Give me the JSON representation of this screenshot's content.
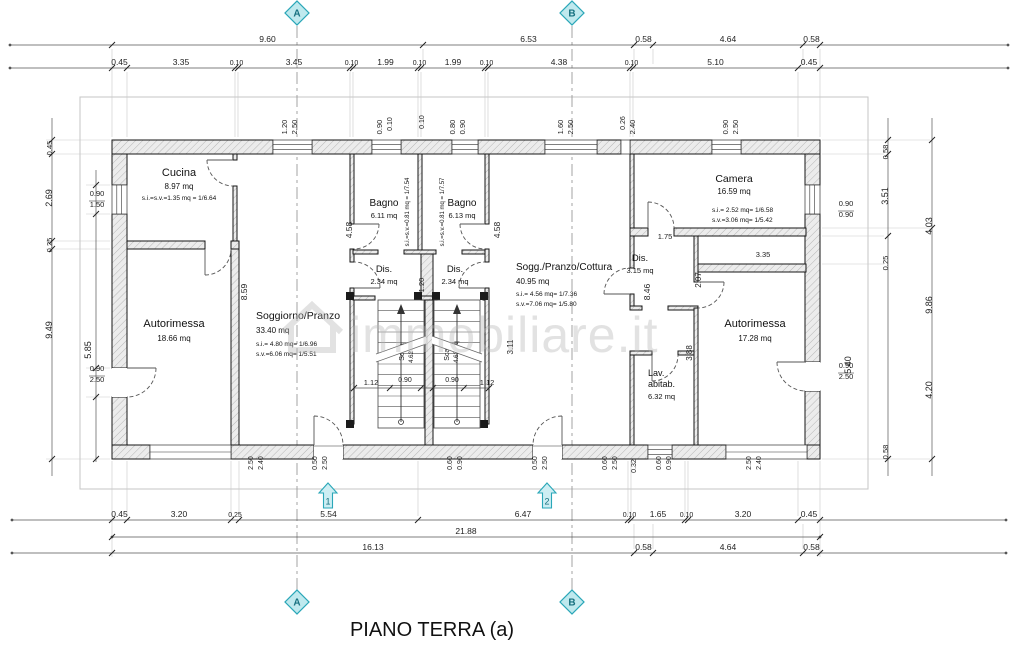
{
  "title": "PIANO TERRA (a)",
  "watermark": "immobiliare.it",
  "markers": {
    "section_a": "A",
    "section_b": "B",
    "entrance_1": "1",
    "entrance_2": "2"
  },
  "colors": {
    "marker_fill": "#bfe9ee",
    "marker_stroke": "#2aa7b8",
    "marker_text": "#16707f",
    "wall_line": "#161616",
    "dim_text": "#222222"
  },
  "rooms": {
    "cucina": {
      "name": "Cucina",
      "area": "8.97 mq",
      "note1": "s.i.=s.v.=1.35 mq = 1/6.64"
    },
    "autorimessa_sx": {
      "name": "Autorimessa",
      "area": "18.66 mq"
    },
    "soggiorno": {
      "name": "Soggiorno/Pranzo",
      "area": "33.40 mq",
      "note1": "s.i.= 4.80 mq= 1/6.96",
      "note2": "s.v.=6.06 mq= 1/5.51"
    },
    "bagno_sx": {
      "name": "Bagno",
      "area": "6.11 mq",
      "note1": "s.i.=s.v.=0.81 mq = 1/7.54"
    },
    "bagno_dx": {
      "name": "Bagno",
      "area": "6.13 mq",
      "note1": "s.i.=s.v.=0.81 mq = 1/7.57"
    },
    "dis_sx": {
      "name": "Dis.",
      "area": "2.34 mq"
    },
    "dis_dx": {
      "name": "Dis.",
      "area": "2.34 mq"
    },
    "cottura": {
      "name": "Sogg./Pranzo/Cottura",
      "area": "40.95 mq",
      "note1": "s.i.= 4.56 mq= 1/7.36",
      "note2": "s.v.=7.06 mq= 1/5.80"
    },
    "camera": {
      "name": "Camera",
      "area": "16.59 mq",
      "note1": "s.i.= 2.52 mq= 1/6.58",
      "note2": "s.v.=3.06 mq= 1/5.42"
    },
    "dis_unit2": {
      "name": "Dis.",
      "area": "3.15 mq"
    },
    "lav": {
      "name": "Lav.",
      "name2": "abitab.",
      "area": "6.32 mq"
    },
    "autorimessa_dx": {
      "name": "Autorimessa",
      "area": "17.28 mq"
    },
    "scala_sx": {
      "name": "Scala",
      "area": "4.62 mq"
    },
    "scala_dx": {
      "name": "Scala",
      "area": "4.62 mq"
    }
  },
  "dimensions": {
    "top_row1": [
      "9.60",
      "6.53",
      "0.58",
      "4.64",
      "0.58"
    ],
    "top_row2": [
      "0.45",
      "3.35",
      "0.10",
      "3.45",
      "0.10",
      "1.99",
      "0.10",
      "1.99",
      "0.10",
      "4.38",
      "0.10",
      "5.10",
      "0.45"
    ],
    "bottom_row1": [
      "0.45",
      "3.20",
      "0.25",
      "5.54",
      "6.47",
      "0.10",
      "1.65",
      "0.10",
      "3.20",
      "0.45"
    ],
    "bottom_total": [
      "21.88"
    ],
    "bottom_row2": [
      "16.13",
      "0.58",
      "4.64",
      "0.58"
    ],
    "scattered": [
      "0.45",
      "2.69",
      "0.25",
      "9.49",
      "0.90",
      "1.50",
      "5.85",
      "0.90",
      "2.50",
      "0.58",
      "3.51",
      "4.03",
      "0.90",
      "0.90",
      "9.86",
      "0.25",
      "5.40",
      "4.20",
      "0.90",
      "2.50",
      "0.58",
      "3.35",
      "1.20",
      "2.50",
      "0.90",
      "0.10",
      "0.10",
      "0.80",
      "0.90",
      "1.60",
      "2.50",
      "0.26",
      "2.40",
      "0.90",
      "2.50",
      "4.58",
      "4.58",
      "8.59",
      "8.46",
      "1.75",
      "2.07",
      "3.88",
      "3.11",
      "1.20",
      "1.12",
      "0.90",
      "0.90",
      "1.12",
      "2.50",
      "2.40",
      "0.50",
      "2.50",
      "0.60",
      "0.90",
      "0.50",
      "2.50",
      "0.60",
      "2.50",
      "0.32",
      "0.60",
      "0.90",
      "2.50",
      "2.40"
    ]
  }
}
